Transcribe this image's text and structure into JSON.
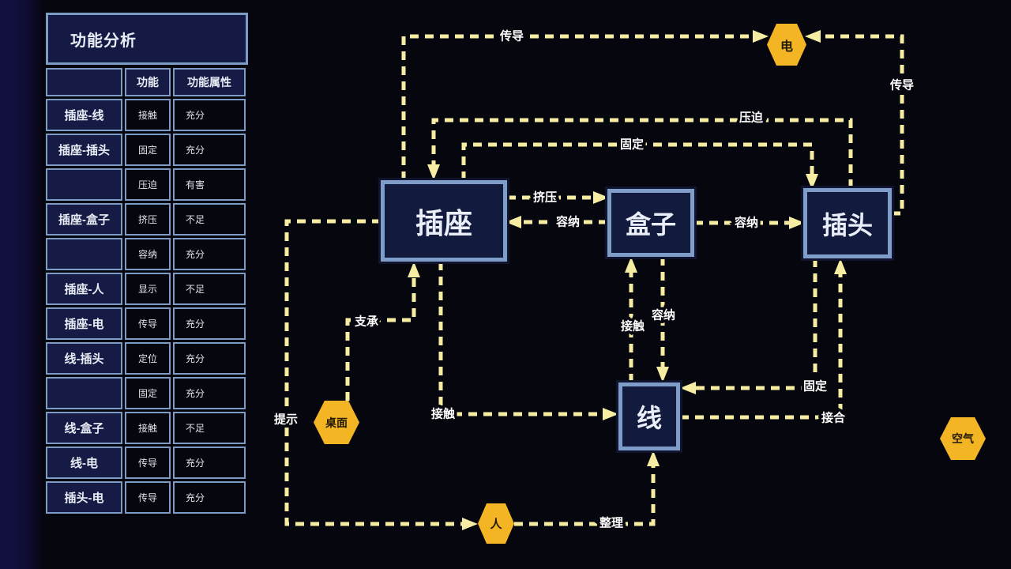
{
  "title": "功能分析",
  "table": {
    "headers": [
      "",
      "功能",
      "功能属性"
    ],
    "rows": [
      {
        "pair": "插座-线",
        "func": "接触",
        "attr": "充分"
      },
      {
        "pair": "插座-插头",
        "func": "固定",
        "attr": "充分"
      },
      {
        "pair": "",
        "func": "压迫",
        "attr": "有害"
      },
      {
        "pair": "插座-盒子",
        "func": "挤压",
        "attr": "不足"
      },
      {
        "pair": "",
        "func": "容纳",
        "attr": "充分"
      },
      {
        "pair": "插座-人",
        "func": "显示",
        "attr": "不足"
      },
      {
        "pair": "插座-电",
        "func": "传导",
        "attr": "充分"
      },
      {
        "pair": "线-插头",
        "func": "定位",
        "attr": "充分"
      },
      {
        "pair": "",
        "func": "固定",
        "attr": "充分"
      },
      {
        "pair": "线-盒子",
        "func": "接触",
        "attr": "不足"
      },
      {
        "pair": "线-电",
        "func": "传导",
        "attr": "充分"
      },
      {
        "pair": "插头-电",
        "func": "传导",
        "attr": "充分"
      }
    ]
  },
  "diagram": {
    "components": [
      {
        "label": "插座"
      },
      {
        "label": "盒子"
      },
      {
        "label": "插头"
      },
      {
        "label": "线"
      }
    ],
    "supersystem": [
      {
        "label": "电"
      },
      {
        "label": "桌面"
      },
      {
        "label": "人"
      },
      {
        "label": "空气"
      }
    ],
    "edges": [
      {
        "label": "传导",
        "from": "插座",
        "to": "电"
      },
      {
        "label": "传导",
        "from": "插头",
        "to": "电"
      },
      {
        "label": "压迫",
        "from": "插头",
        "to": "插座"
      },
      {
        "label": "固定",
        "from": "插座",
        "to": "插头"
      },
      {
        "label": "挤压",
        "from": "插座",
        "to": "盒子"
      },
      {
        "label": "容纳",
        "from": "盒子",
        "to": "插座"
      },
      {
        "label": "容纳",
        "from": "盒子",
        "to": "插头"
      },
      {
        "label": "接触",
        "from": "线",
        "to": "盒子"
      },
      {
        "label": "容纳",
        "from": "盒子",
        "to": "线"
      },
      {
        "label": "支承",
        "from": "桌面",
        "to": "插座"
      },
      {
        "label": "提示",
        "from": "插座",
        "to": "人"
      },
      {
        "label": "接触",
        "from": "插座",
        "to": "线"
      },
      {
        "label": "固定",
        "from": "插头",
        "to": "线"
      },
      {
        "label": "接合",
        "from": "线",
        "to": "插头"
      },
      {
        "label": "整理",
        "from": "人",
        "to": "线"
      }
    ]
  },
  "colors": {
    "arrow": "#f6eda2",
    "node_border": "#7e9dc9",
    "node_fill": "#121a3d",
    "hexagon": "#f4b524",
    "table_border": "#7d9cc5",
    "header_fill": "#161b45",
    "cell_fill": "#06060e"
  }
}
